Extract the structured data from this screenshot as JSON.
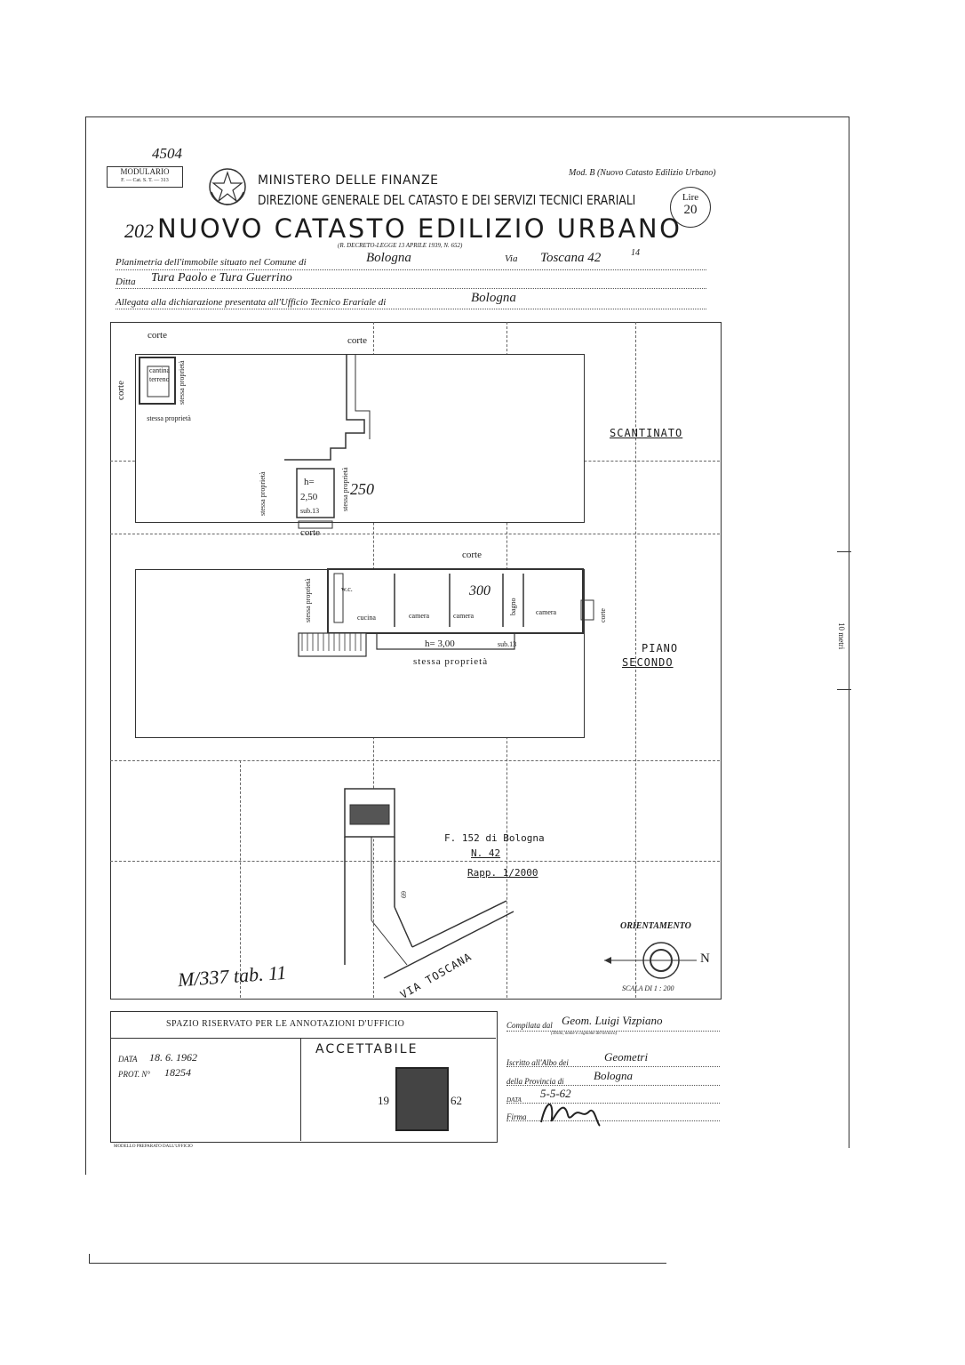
{
  "header": {
    "corner_mark": "4504",
    "modulario_label": "MODULARIO",
    "modulario_sub": "F. — Cat. S. T. — 313",
    "form_code": "Mod. B (Nuovo Catasto Edilizio Urbano)",
    "ministry": "MINISTERO DELLE FINANZE",
    "direction": "DIREZIONE GENERALE DEL CATASTO E DEI SERVIZI TECNICI ERARIALI",
    "stamp_lire_label": "Lire",
    "stamp_lire_value": "20",
    "title_prefix": "202",
    "title": "NUOVO CATASTO EDILIZIO URBANO",
    "decree": "(R. DECRETO-LEGGE 13 APRILE 1939, N. 652)"
  },
  "form_fields": {
    "planimetry_label": "Planimetria dell'immobile situato nel Comune di",
    "comune_value": "Bologna",
    "via_label": "Via",
    "via_value": "Toscana 42",
    "via_superscript": "14",
    "ditta_label": "Ditta",
    "ditta_value": "Tura Paolo e Tura Guerrino",
    "allegata_label": "Allegata alla dichiarazione presentata all'Ufficio Tecnico Erariale di",
    "ufficio_value": "Bologna"
  },
  "plan": {
    "basement": {
      "label_corte_top_left": "corte",
      "label_corte_top": "corte",
      "label_corte_left": "corte",
      "label_small_room_1": "cantina",
      "label_small_room_2": "terreno",
      "label_stessa_prop_v1": "stessa proprietà",
      "label_stessa_prop_h": "stessa proprietà",
      "label_stessa_prop_v2": "stessa proprietà",
      "label_stessa_prop_v3": "stessa proprietà",
      "label_h": "h=",
      "label_h_value": "2,50",
      "label_sub": "sub.13",
      "label_scale_mark": "250",
      "label_corte_bottom": "corte",
      "floor_label": "SCANTINATO"
    },
    "second": {
      "label_corte_top": "corte",
      "label_stessa_prop_v": "stessa proprietà",
      "label_room_1": "cucina",
      "label_room_2": "camera",
      "label_room_3": "camera",
      "label_room_4": "camera",
      "label_room_5": "bagno",
      "label_mark_300": "300",
      "label_wc": "w.c.",
      "label_corte_right": "corte",
      "label_h": "h= 3,00",
      "label_sub": "sub.13",
      "label_stessa_prop_h": "stessa proprietà",
      "floor_label_1": "PIANO",
      "floor_label_2": "SECONDO"
    },
    "map": {
      "sheet": "F. 152 di Bologna",
      "number": "N. 42",
      "ratio": "Rapp. 1/2000",
      "street": "VIA TOSCANA",
      "side_mark": "69",
      "orientation_label": "ORIENTAMENTO",
      "north": "N",
      "scale": "SCALA DI 1 : 200"
    },
    "handwritten_note": "M/337 tab. 11",
    "side_scale": "10 metri"
  },
  "office": {
    "reserved_title": "SPAZIO RISERVATO PER LE ANNOTAZIONI D'UFFICIO",
    "data_label": "DATA",
    "data_value": "18. 6. 1962",
    "prot_label": "PROT. N°",
    "prot_value": "18254",
    "stamp_text": "ACCETTABILE",
    "stamp_year_left": "19",
    "stamp_year_right": "62",
    "footer_tiny": "MODELLO PREPARATO DALL'UFFICIO"
  },
  "signature_block": {
    "compilata_label": "Compilata dal",
    "compilata_value": "Geom. Luigi Vizpiano",
    "compilata_sub": "(Titolo, nome e cognome del tecnico)",
    "iscritto_label": "Iscritto all'Albo dei",
    "iscritto_value": "Geometri",
    "provincia_label": "della Provincia di",
    "provincia_value": "Bologna",
    "data_label": "DATA",
    "data_value": "5-5-62",
    "firma_label": "Firma"
  }
}
